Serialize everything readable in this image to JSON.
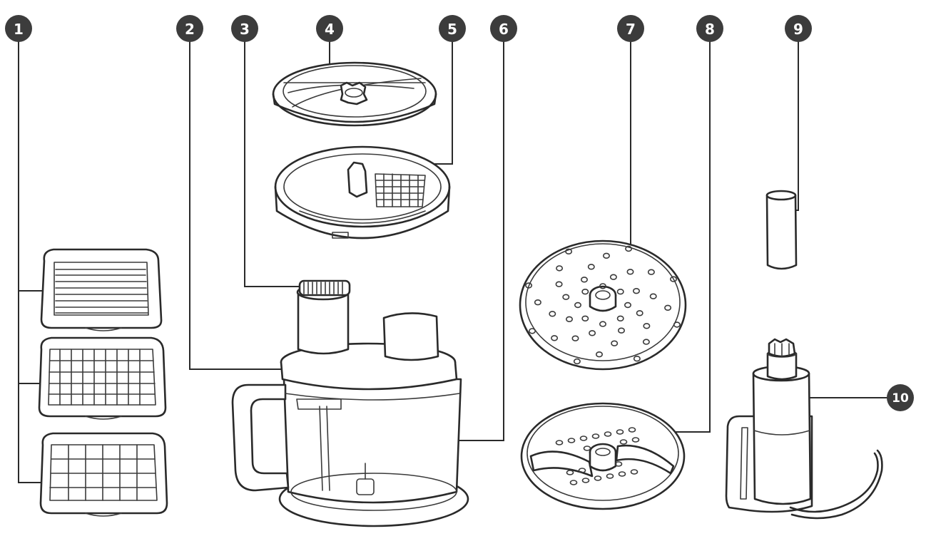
{
  "callouts": [
    {
      "number": "1"
    },
    {
      "number": "2"
    },
    {
      "number": "3"
    },
    {
      "number": "4"
    },
    {
      "number": "5"
    },
    {
      "number": "6"
    },
    {
      "number": "7"
    },
    {
      "number": "8"
    },
    {
      "number": "9"
    },
    {
      "number": "10"
    }
  ],
  "colors": {
    "badge": "#3c3c3c",
    "line": "#2a2a2a",
    "background": "#ffffff"
  }
}
